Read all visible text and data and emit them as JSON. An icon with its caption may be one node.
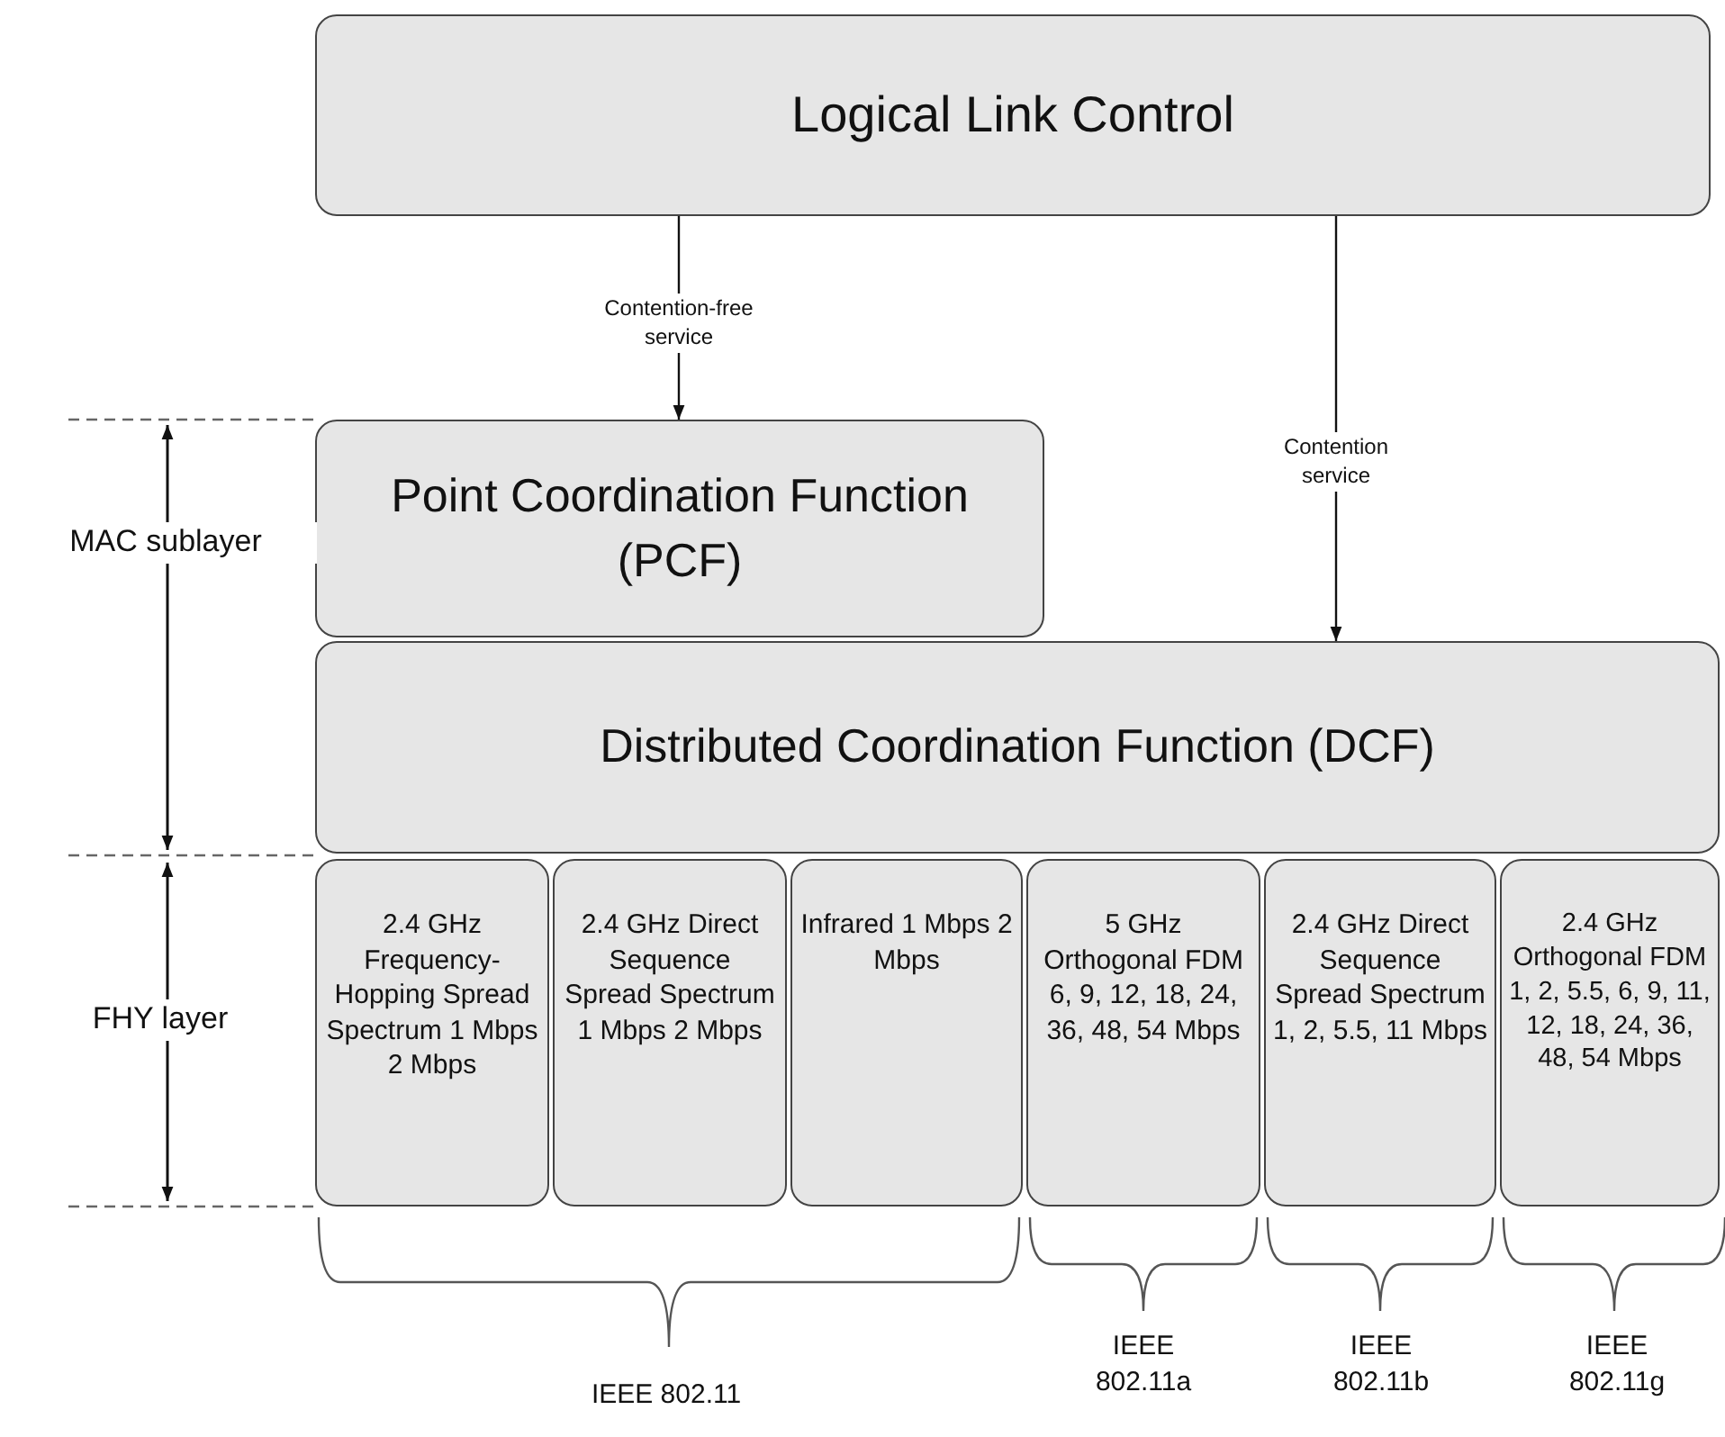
{
  "diagram": {
    "nodes": [
      {
        "text": [
          "Logical Link Control"
        ]
      },
      {
        "text": [
          "Point Coordination Function (PCF)"
        ]
      },
      {
        "text": [
          "Distributed Coordination Function (DCF)"
        ]
      },
      {
        "text": [
          "2.4 GHz Frequency-Hopping Spread Spectrum 1 Mbps 2 Mbps"
        ]
      },
      {
        "text": [
          "2.4 GHz Direct Sequence Spread Spectrum 1 Mbps 2 Mbps"
        ]
      },
      {
        "text": [
          "Infrared 1 Mbps 2 Mbps"
        ]
      },
      {
        "text": [
          "5 GHz Orthogonal FDM 6, 9, 12, 18, 24, 36, 48, 54 Mbps"
        ]
      },
      {
        "text": [
          "2.4 GHz Direct Sequence Spread Spectrum 1, 2, 5.5, 11 Mbps"
        ]
      },
      {
        "text": [
          "2.4 GHz Orthogonal FDM 1, 2, 5.5, 6, 9, 11, 12, 18, 24, 36, 48, 54 Mbps"
        ]
      }
    ],
    "edges": [
      {
        "from": 0,
        "to": 1,
        "arrow": "to",
        "label": "Contention-free service"
      },
      {
        "from": 0,
        "to": 2,
        "arrow": "to",
        "label": "Contention service"
      }
    ],
    "labels": [
      "MAC sublayer",
      "FHY layer",
      "IEEE 802.11",
      "IEEE 802.11a",
      "IEEE 802.11b",
      "IEEE 802.11g"
    ]
  }
}
